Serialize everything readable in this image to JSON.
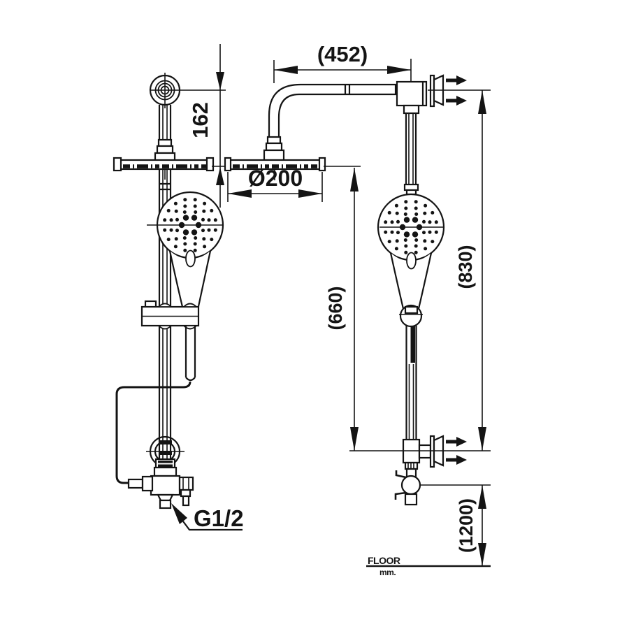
{
  "drawing": {
    "type": "technical-dimension-drawing",
    "subject": "rain shower column with hand shower — front view and side view",
    "line_color": "#141414",
    "background": "#ffffff"
  },
  "labels": {
    "dim_arm_length": "(452)",
    "dim_head_drop": "162",
    "dim_head_diameter": "Ø200",
    "dim_hand_span": "(660)",
    "dim_column_span": "(830)",
    "dim_floor_span": "(1200)",
    "thread_size": "G1/2",
    "floor": "FLOOR",
    "units": "mm."
  }
}
